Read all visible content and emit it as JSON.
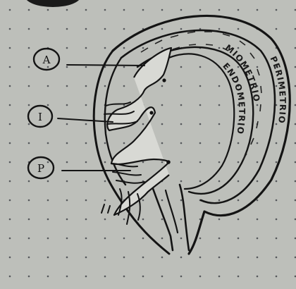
{
  "diagram": {
    "layer_labels": {
      "outer": "PERIMETRIO",
      "middle": "MIOMETRIO",
      "inner": "ENDOMETRIO"
    },
    "callouts": [
      {
        "letter": "A"
      },
      {
        "letter": "I"
      },
      {
        "letter": "P"
      }
    ]
  }
}
